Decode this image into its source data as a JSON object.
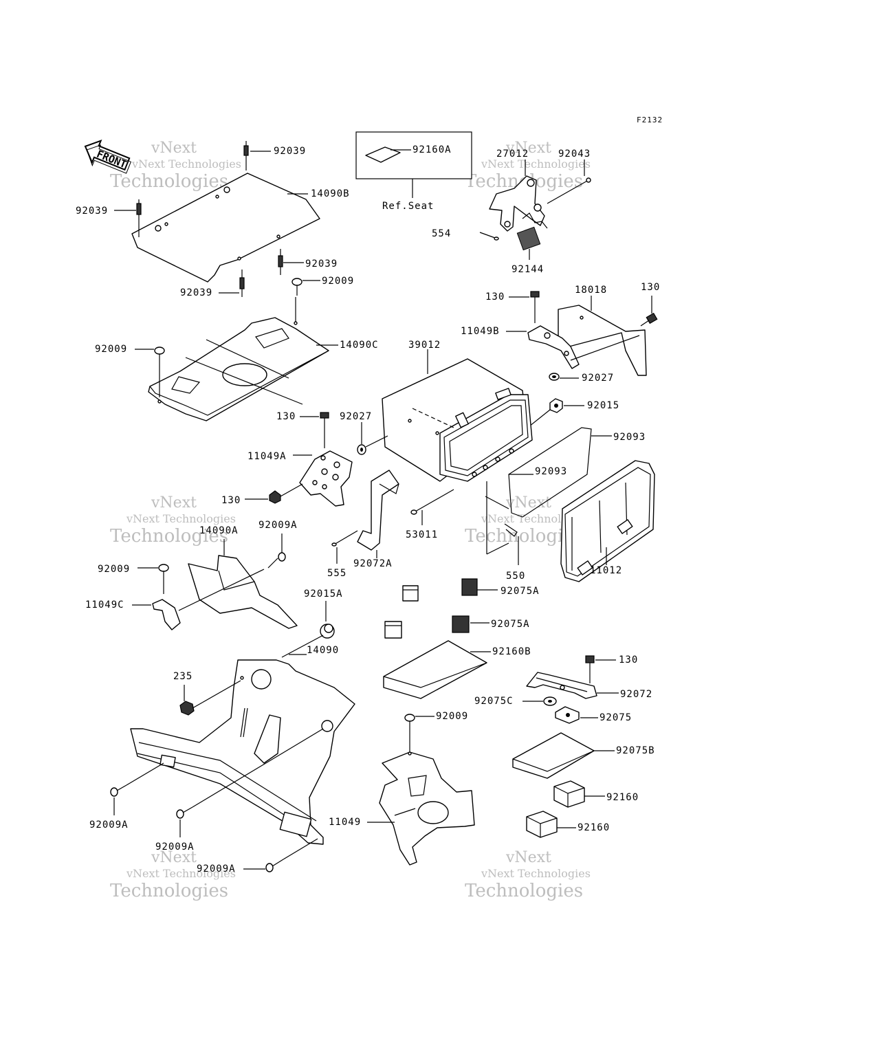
{
  "figure_code": "F2132",
  "front_label": "FRONT",
  "ref_label": "Ref.Seat",
  "watermark": {
    "line1": "vNext",
    "line2": "vNext Technologies",
    "line3": "Technologies"
  },
  "labels": {
    "p92039a": "92039",
    "p14090b": "14090B",
    "p92039b": "92039",
    "p92039c": "92039",
    "p92039d": "92039",
    "p92009a": "92009",
    "p14090c": "14090C",
    "p92009b": "92009",
    "p92160a": "92160A",
    "p27012": "27012",
    "p92043": "92043",
    "p554": "554",
    "p92144": "92144",
    "p130a": "130",
    "p18018": "18018",
    "p130b": "130",
    "p11049b": "11049B",
    "p92027a": "92027",
    "p39012": "39012",
    "p92015": "92015",
    "p92093a": "92093",
    "p92093b": "92093",
    "p130c": "130",
    "p92027b": "92027",
    "p11049a": "11049A",
    "p130d": "130",
    "p14090a": "14090A",
    "p92009a2": "92009A",
    "p92009c": "92009",
    "p11049c": "11049C",
    "p53011": "53011",
    "p555": "555",
    "p92072a": "92072A",
    "p550": "550",
    "p11012": "11012",
    "p92075a1": "92075A",
    "p92075a2": "92075A",
    "p92015a": "92015A",
    "p14090": "14090",
    "p92160b": "92160B",
    "p130e": "130",
    "p235": "235",
    "p92072": "92072",
    "p92075c": "92075C",
    "p92009d": "92009",
    "p92075": "92075",
    "p92075b": "92075B",
    "p92160a2": "92160",
    "p92160b2": "92160",
    "p11049": "11049",
    "p92009ab": "92009A",
    "p92009ac": "92009A",
    "p92009ad": "92009A"
  }
}
